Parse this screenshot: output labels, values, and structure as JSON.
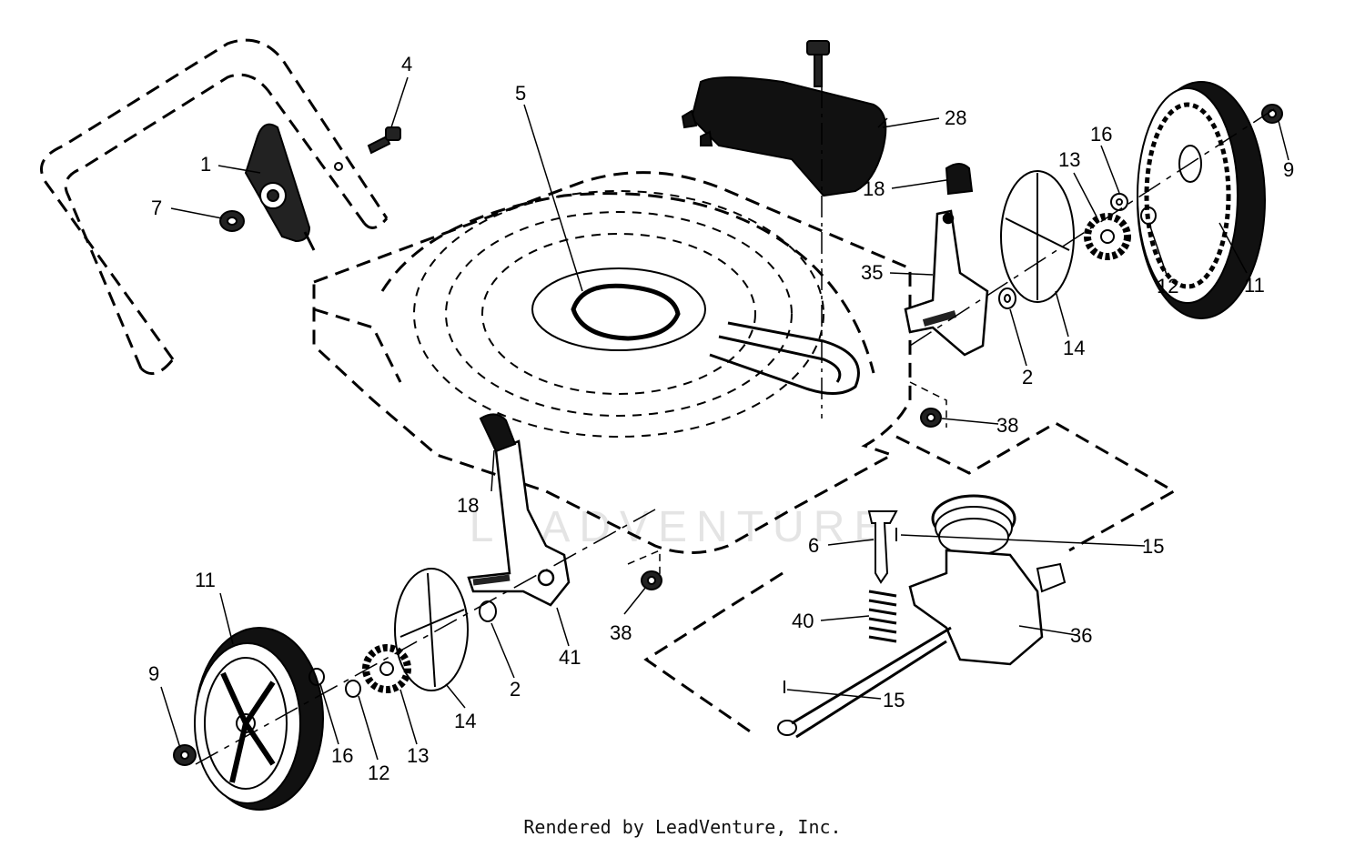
{
  "footer": {
    "credit": "Rendered by LeadVenture, Inc."
  },
  "watermark": {
    "text": "LEADVENTURE"
  },
  "parts": [
    {
      "label": "1"
    },
    {
      "label": "4"
    },
    {
      "label": "5"
    },
    {
      "label": "7"
    },
    {
      "label": "28"
    },
    {
      "label": "18"
    },
    {
      "label": "16"
    },
    {
      "label": "13"
    },
    {
      "label": "9"
    },
    {
      "label": "35"
    },
    {
      "label": "12"
    },
    {
      "label": "11"
    },
    {
      "label": "2"
    },
    {
      "label": "14"
    },
    {
      "label": "38"
    },
    {
      "label": "18"
    },
    {
      "label": "6"
    },
    {
      "label": "15"
    },
    {
      "label": "40"
    },
    {
      "label": "36"
    },
    {
      "label": "15"
    },
    {
      "label": "11"
    },
    {
      "label": "9"
    },
    {
      "label": "38"
    },
    {
      "label": "41"
    },
    {
      "label": "2"
    },
    {
      "label": "14"
    },
    {
      "label": "16"
    },
    {
      "label": "12"
    },
    {
      "label": "13"
    }
  ]
}
